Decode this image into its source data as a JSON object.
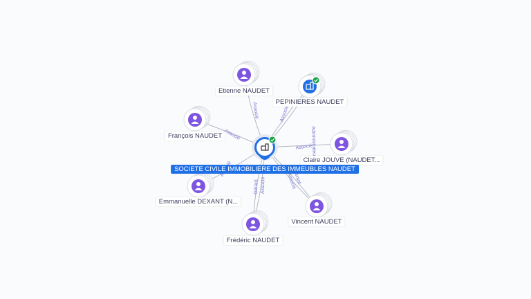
{
  "center": {
    "label": "SOCIETE CIVILE IMMOBILIERE DES IMMEUBLES NAUDET",
    "icon": "building-icon",
    "verified": true
  },
  "nodes": [
    {
      "id": "etienne",
      "label": "Etienne NAUDET",
      "type": "person"
    },
    {
      "id": "pepinieres",
      "label": "PEPINIERES NAUDET",
      "type": "company",
      "verified": true
    },
    {
      "id": "francois",
      "label": "François NAUDET",
      "type": "person"
    },
    {
      "id": "claire",
      "label": "Claire JOUVE (NAUDET...",
      "type": "person"
    },
    {
      "id": "emmanuelle",
      "label": "Emmanuelle DEXANT (N...",
      "type": "person"
    },
    {
      "id": "frederic",
      "label": "Frédéric NAUDET",
      "type": "person"
    },
    {
      "id": "vincent",
      "label": "Vincent NAUDET",
      "type": "person"
    }
  ],
  "edges": [
    {
      "from": "etienne",
      "label": "Associé"
    },
    {
      "from": "francois",
      "label": "Associé"
    },
    {
      "from": "claire",
      "label": "Associé"
    },
    {
      "from": "pepinieres",
      "label": "Administrateur"
    },
    {
      "from": "pepinieres",
      "label": "Associé"
    },
    {
      "from": "emmanuelle",
      "label": "Associé"
    },
    {
      "from": "frederic",
      "label": "Gérant"
    },
    {
      "from": "frederic",
      "label": "Associé"
    },
    {
      "from": "vincent",
      "label": "Associé"
    },
    {
      "from": "vincent",
      "label": "Gérant"
    }
  ],
  "colors": {
    "person": "#7d55e0",
    "company": "#1f6fe5",
    "label_bg": "#1f6fe5",
    "verified": "#1aa14b",
    "edge": "#b3b8c4",
    "edge_text": "#7b73d1"
  }
}
